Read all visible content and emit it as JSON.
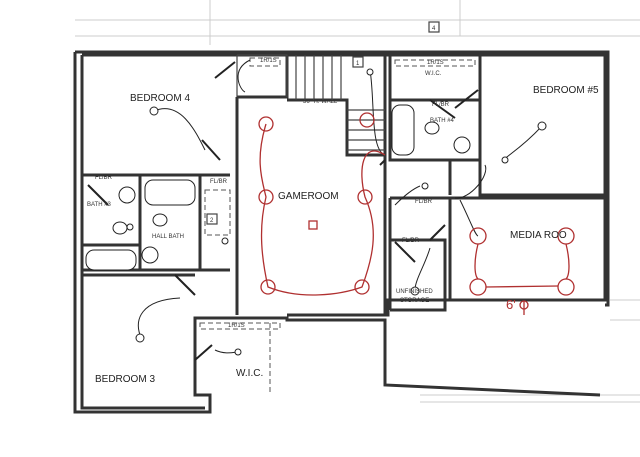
{
  "rooms": {
    "bedroom4": "BEDROOM 4",
    "bedroom5": "BEDROOM #5",
    "bedroom3": "BEDROOM 3",
    "gameroom": "GAMEROOM",
    "media": "MEDIA ROO",
    "wic_top": "W.I.C.",
    "wic_bottom": "W.I.C.",
    "bath4": "BATH #4",
    "bath3": "BATH #3",
    "hall_bath": "HALL BATH",
    "storage_1": "UNFINISHED",
    "storage_2": "STORAGE"
  },
  "notes": {
    "wall": "36\" H. WALL",
    "flbr": "FL/BR",
    "rs": "1R/1S",
    "dimension": "6'",
    "tag_1": "1",
    "tag_2": "2",
    "tag_4": "4"
  },
  "colors": {
    "wall": "#333333",
    "lighting": "#b03030"
  }
}
